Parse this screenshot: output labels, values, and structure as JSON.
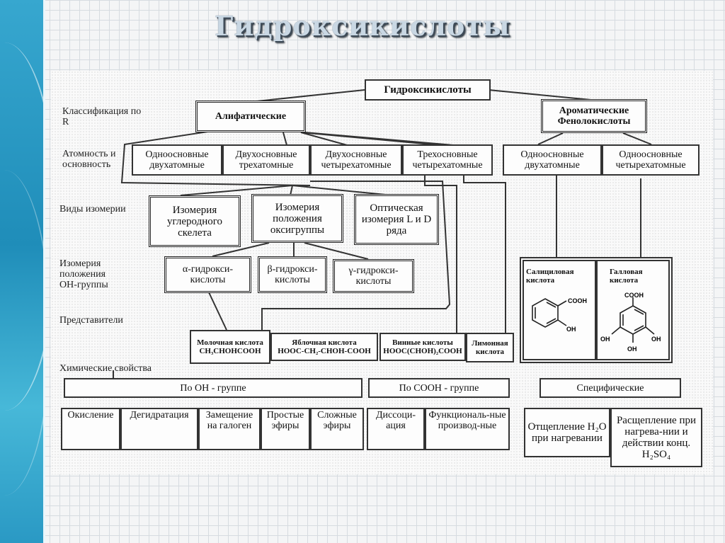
{
  "title": "Гидроксикислоты",
  "root": "Гидроксикислоты",
  "row_labels": {
    "classification": "Классификация по R",
    "atomicity": "Атомность и основность",
    "isomerism_types": "Виды изомерии",
    "oh_position": "Изомерия положения ОН-группы",
    "representatives": "Представители",
    "chem_properties": "Химические свойства"
  },
  "classes": {
    "aliphatic": "Алифатические",
    "aromatic": "Ароматические Фенолокислоты"
  },
  "aliphatic_groups": [
    "Одноосновные двухатомные",
    "Двухосновные трехатомные",
    "Двухосновные четырехатомные",
    "Трехосновные четырехатомные"
  ],
  "aromatic_groups": [
    "Одноосновные двухатомные",
    "Одноосновные четырехатомные"
  ],
  "isomerism": [
    "Изомерия углеродного скелета",
    "Изомерия положения оксигруппы",
    "Оптическая изомерия L и D ряда"
  ],
  "oh_isomers": [
    "α-гидрокси-кислоты",
    "β-гидрокси-кислоты",
    "γ-гидрокси-кислоты"
  ],
  "representatives": [
    {
      "name": "Молочная кислота",
      "formula": "CH₃CHOHCOOH"
    },
    {
      "name": "Яблочная кислота",
      "formula": "HOOC-CH₂-CHOH-COOH"
    },
    {
      "name": "Винные кислоты",
      "formula": "HOOC(CHOH)₂COOH"
    },
    {
      "name": "Лимонная кислота",
      "formula": ""
    }
  ],
  "aromatic_reps": {
    "salicylic": {
      "name": "Салициловая кислота",
      "cooh": "COOH",
      "oh": "OH"
    },
    "gallic": {
      "name": "Галловая кислота",
      "cooh": "COOH",
      "oh": "OH"
    }
  },
  "property_groups": [
    "По ОН - группе",
    "По СООН - группе",
    "Специфические"
  ],
  "oh_properties": [
    "Окисление",
    "Дегидратация",
    "Замещение на галоген",
    "Простые эфиры",
    "Сложные эфиры"
  ],
  "cooh_properties": [
    "Диссоци-ация",
    "Функциональ-ные производ-ные"
  ],
  "specific_properties": [
    "Отщепление H₂O при нагревании",
    "Расщепление при нагрева-нии и действии конц. H₂SO₄"
  ]
}
